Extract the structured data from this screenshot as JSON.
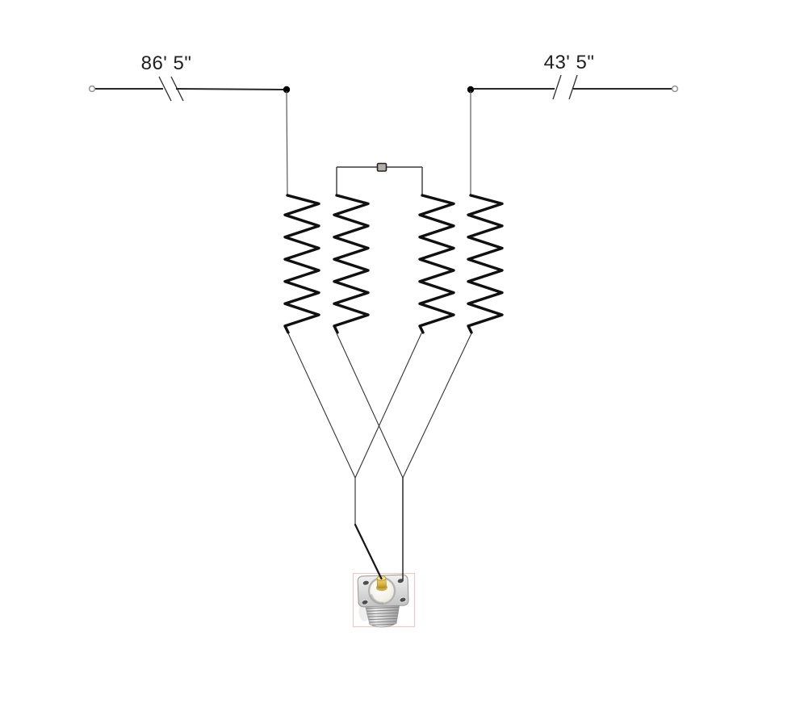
{
  "diagram": {
    "labels": {
      "left_wire_length": "86' 5\"",
      "right_wire_length": "43' 5\""
    },
    "figures": {
      "connector": "so239-uhf-female-coax-connector",
      "link_box": "shorting-link-terminal",
      "left_end": "open-insulator-end",
      "right_end": "open-insulator-end"
    },
    "colors": {
      "wire": "#262626",
      "coil": "#101010",
      "thin_line": "#3a3a3a",
      "connector_border": "#eec7c7",
      "pin_gold": "#d9b53f",
      "flange_silver": "#d8d8d8"
    }
  }
}
